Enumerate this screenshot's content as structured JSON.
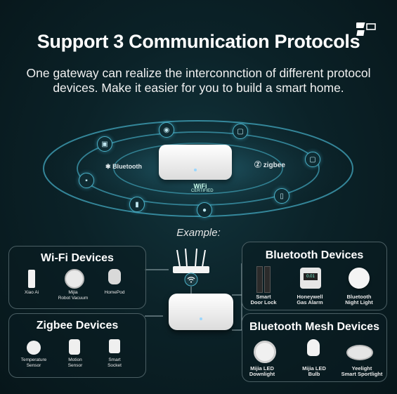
{
  "header": {
    "title": "Support 3 Communication Protocols",
    "subtitle": "One gateway can realize the interconnction of different protocol devices. Make it easier for you to build a smart home."
  },
  "protocols": {
    "bluetooth": "Bluetooth",
    "zigbee": "zigbee",
    "wifi_logo": "WiFi",
    "wifi_certified": "CERTIFIED"
  },
  "example_label": "Example:",
  "wifi_devices": {
    "title": "Wi-Fi Devices",
    "items": [
      "Xiao Ai",
      "Mijia\nRobot Vacuum",
      "HomePod"
    ]
  },
  "zigbee_devices": {
    "title": "Zigbee Devices",
    "items": [
      "Temperature\nSensor",
      "Motion\nSensor",
      "Smart\nSocket"
    ]
  },
  "bluetooth_devices": {
    "title": "Bluetooth Devices",
    "items": [
      "Smart\nDoor Lock",
      "Honeywell\nGas Alarm",
      "Bluetooth\nNight Light"
    ]
  },
  "mesh_devices": {
    "title": "Bluetooth Mesh Devices",
    "items": [
      "Mijia LED\nDownlight",
      "Mijia LED\nBulb",
      "Yeelight\nSmart Sportlight"
    ]
  },
  "alarm_display": "0.01",
  "colors": {
    "accent": "#4bb0c6",
    "background": "#0b2228",
    "card_border": "#4b5f64"
  }
}
